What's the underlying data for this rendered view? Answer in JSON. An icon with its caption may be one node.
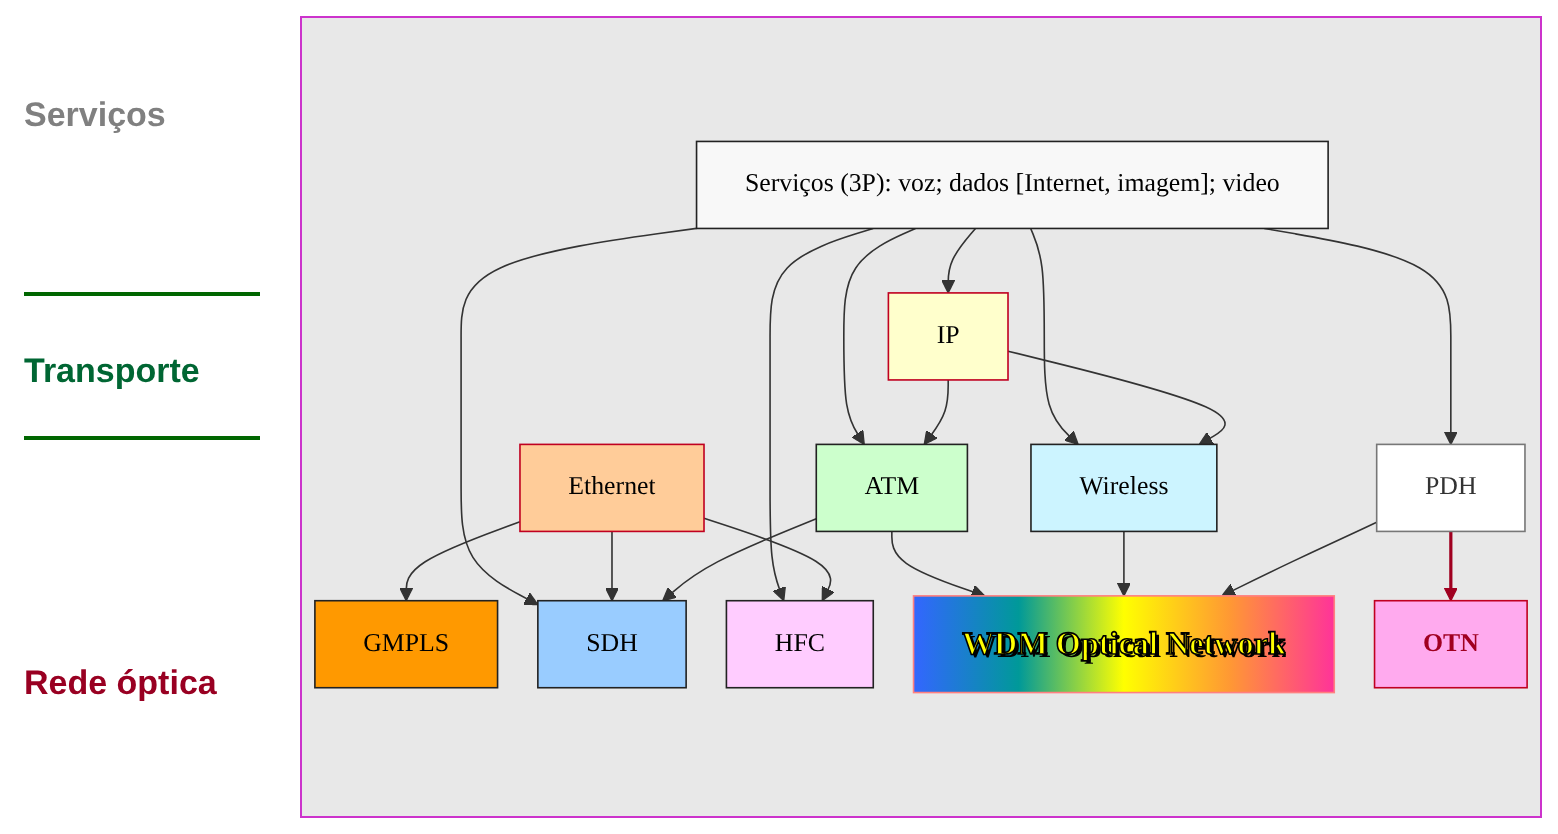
{
  "diagram": {
    "nodes": [
      {
        "text": [
          "Serviços (3P): voz; dados [Internet, imagem]; video"
        ]
      },
      {
        "text": [
          "IP"
        ]
      },
      {
        "text": [
          "Wireless"
        ]
      },
      {
        "text": [
          "Ethernet"
        ]
      },
      {
        "text": [
          "ATM"
        ]
      },
      {
        "text": [
          "PDH"
        ]
      },
      {
        "text": [
          "HFC"
        ]
      },
      {
        "text": [
          "GMPLS"
        ]
      },
      {
        "text": [
          "SDH"
        ]
      },
      {
        "text": [
          "OTN"
        ]
      },
      {
        "text": [
          "WDM Optical Network"
        ]
      }
    ],
    "edges": [
      {
        "from": 0,
        "to": 6,
        "arrow": "to"
      },
      {
        "from": 0,
        "to": 5,
        "arrow": "to"
      },
      {
        "from": 0,
        "to": 1,
        "arrow": "to"
      },
      {
        "from": 0,
        "to": 8,
        "arrow": "to"
      },
      {
        "from": 0,
        "to": 4,
        "arrow": "to"
      },
      {
        "from": 0,
        "to": 2,
        "arrow": "to"
      },
      {
        "from": 1,
        "to": 2,
        "arrow": "to"
      },
      {
        "from": 1,
        "to": 4,
        "arrow": "to"
      },
      {
        "from": 3,
        "to": 6,
        "arrow": "to"
      },
      {
        "from": 3,
        "to": 7,
        "arrow": "to"
      },
      {
        "from": 3,
        "to": 8,
        "arrow": "to"
      },
      {
        "from": 4,
        "to": 8,
        "arrow": "to"
      },
      {
        "from": 4,
        "to": 10,
        "arrow": "to"
      },
      {
        "from": 2,
        "to": 10,
        "arrow": "to"
      },
      {
        "from": 5,
        "to": 10,
        "arrow": "to"
      },
      {
        "from": 5,
        "to": 9,
        "arrow": "to",
        "color": "#a00020"
      }
    ],
    "labels": [
      "Serviços",
      "Transporte",
      "Rede óptica"
    ]
  }
}
